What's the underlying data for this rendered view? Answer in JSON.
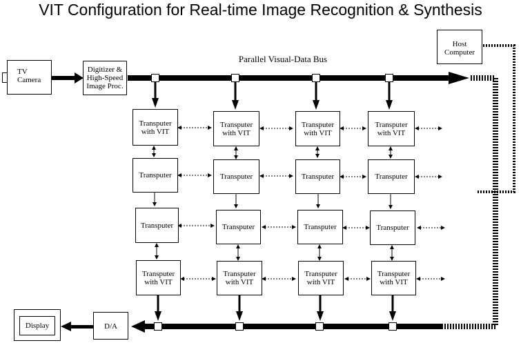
{
  "title": "VIT Configuration for Real-time Image Recognition & Synthesis",
  "bus_label": "Parallel Visual-Data Bus",
  "components": {
    "tv_camera": "TV\nCamera",
    "digitizer": "Digitizer &\nHigh-Speed\nImage Proc.",
    "host_computer": "Host\nComputer",
    "da": "D/A",
    "display": "Display"
  },
  "grid": {
    "rows": [
      [
        "Transputer\nwith VIT",
        "Transputer\nwith VIT",
        "Transputer\nwith VIT",
        "Transputer\nwith VIT"
      ],
      [
        "Transputer",
        "Transputer",
        "Transputer",
        "Transputer"
      ],
      [
        "Transputer",
        "Transputer",
        "Transputer",
        "Transputer"
      ],
      [
        "Transputer\nwith VIT",
        "Transputer\nwith VIT",
        "Transputer\nwith VIT",
        "Transputer\nwith VIT"
      ]
    ]
  }
}
